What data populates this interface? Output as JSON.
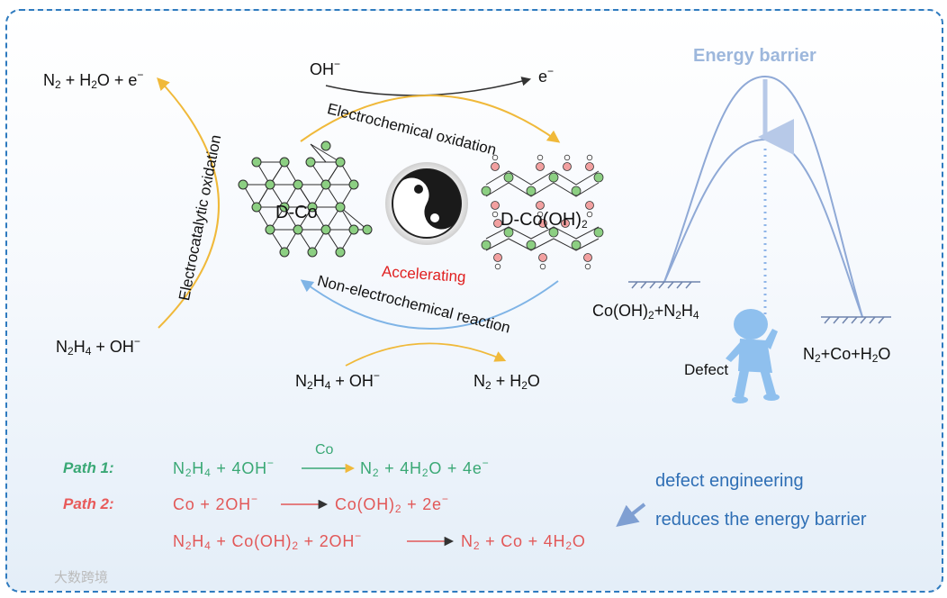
{
  "cycle": {
    "top_in": "OH",
    "top_in_sup": "−",
    "top_out": "e",
    "top_out_sup": "−",
    "top_arc_label": "Electrochemical oxidation",
    "bottom_arc_label": "Non-electrochemical reaction",
    "left_arc_label": "Electrocatalytic oxidation",
    "center_label": "Accelerating",
    "left_structure": "D-Co",
    "right_structure_a": "D-Co(OH)",
    "right_structure_sub": "2",
    "left_top_product": {
      "a": "N",
      "a_sub": "2",
      "b": " + H",
      "b_sub": "2",
      "c": "O + e",
      "c_sup": "−"
    },
    "left_bottom_reactant": {
      "a": "N",
      "a_sub": "2",
      "b": "H",
      "b_sub": "4",
      "c": " + OH",
      "c_sup": "−"
    },
    "bottom_in": {
      "a": "N",
      "a_sub": "2",
      "b": "H",
      "b_sub": "4",
      "c": " + OH",
      "c_sup": "−"
    },
    "bottom_out": {
      "a": "N",
      "a_sub": "2",
      "b": " + H",
      "b_sub": "2",
      "c": "O"
    }
  },
  "energy": {
    "title": "Energy barrier",
    "left_state": {
      "a": "Co(OH)",
      "a_sub": "2",
      "b": "+N",
      "b_sub": "2",
      "c": "H",
      "c_sub": "4"
    },
    "right_state": {
      "a": "N",
      "a_sub": "2",
      "b": "+Co+H",
      "b_sub": "2",
      "c": "O"
    },
    "defect_label": "Defect"
  },
  "paths": {
    "path1_label": "Path 1:",
    "path1_eq": {
      "a": "N",
      "a_sub": "2",
      "b": "H",
      "b_sub": "4",
      "c": " + 4OH",
      "c_sup": "−",
      "cat": "Co",
      "d": "N",
      "d_sub": "2",
      "e": " + 4H",
      "e_sub": "2",
      "f": "O + 4e",
      "f_sup": "−"
    },
    "path2_label": "Path 2:",
    "path2_eq1": {
      "a": "Co + 2OH",
      "a_sup": "−",
      "b": "Co(OH)",
      "b_sub": "2",
      "c": " + 2e",
      "c_sup": "−"
    },
    "path2_eq2": {
      "a": "N",
      "a_sub": "2",
      "b": "H",
      "b_sub": "4",
      "c": " + Co(OH)",
      "c_sub": "2",
      "d": " + 2OH",
      "d_sup": "−",
      "e": "N",
      "e_sub": "2",
      "f": " + Co + 4H",
      "f_sub": "2",
      "g": "O"
    }
  },
  "note": {
    "line1": "defect engineering",
    "line2": "reduces the energy barrier"
  },
  "watermark": "大数跨境",
  "colors": {
    "frame": "#2f7bbf",
    "yellow": "#f0b93a",
    "blue_arc": "#7fb4e6",
    "green": "#3aa875",
    "red": "#e25858",
    "curve": "#8fa9d6"
  }
}
